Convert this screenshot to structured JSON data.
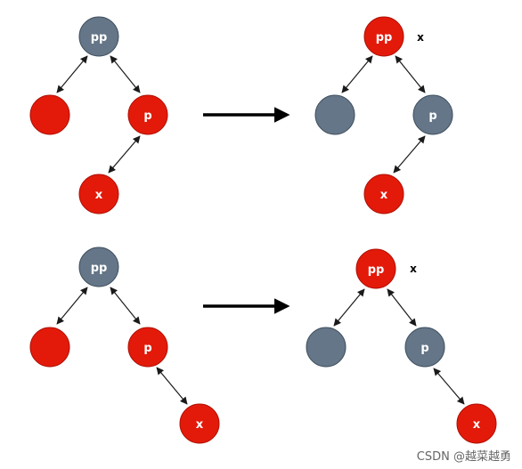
{
  "colors": {
    "red": "#e31a0a",
    "gray": "#647687",
    "edge": "#1a1a1a"
  },
  "scenarios": [
    {
      "before": {
        "pp": "pp",
        "p": "p",
        "x": "x",
        "pp_color": "gray",
        "uncle_color": "red",
        "p_color": "red",
        "x_color": "red"
      },
      "after": {
        "pp": "pp",
        "p": "p",
        "x": "x",
        "pp_color": "red",
        "uncle_color": "gray",
        "p_color": "gray",
        "x_color": "red",
        "side_x": "x"
      }
    },
    {
      "before": {
        "pp": "pp",
        "p": "p",
        "x": "x",
        "pp_color": "gray",
        "uncle_color": "red",
        "p_color": "red",
        "x_color": "red"
      },
      "after": {
        "pp": "pp",
        "p": "p",
        "x": "x",
        "pp_color": "red",
        "uncle_color": "gray",
        "p_color": "gray",
        "x_color": "red",
        "side_x": "x"
      }
    }
  ],
  "watermark": "CSDN @越菜越勇"
}
